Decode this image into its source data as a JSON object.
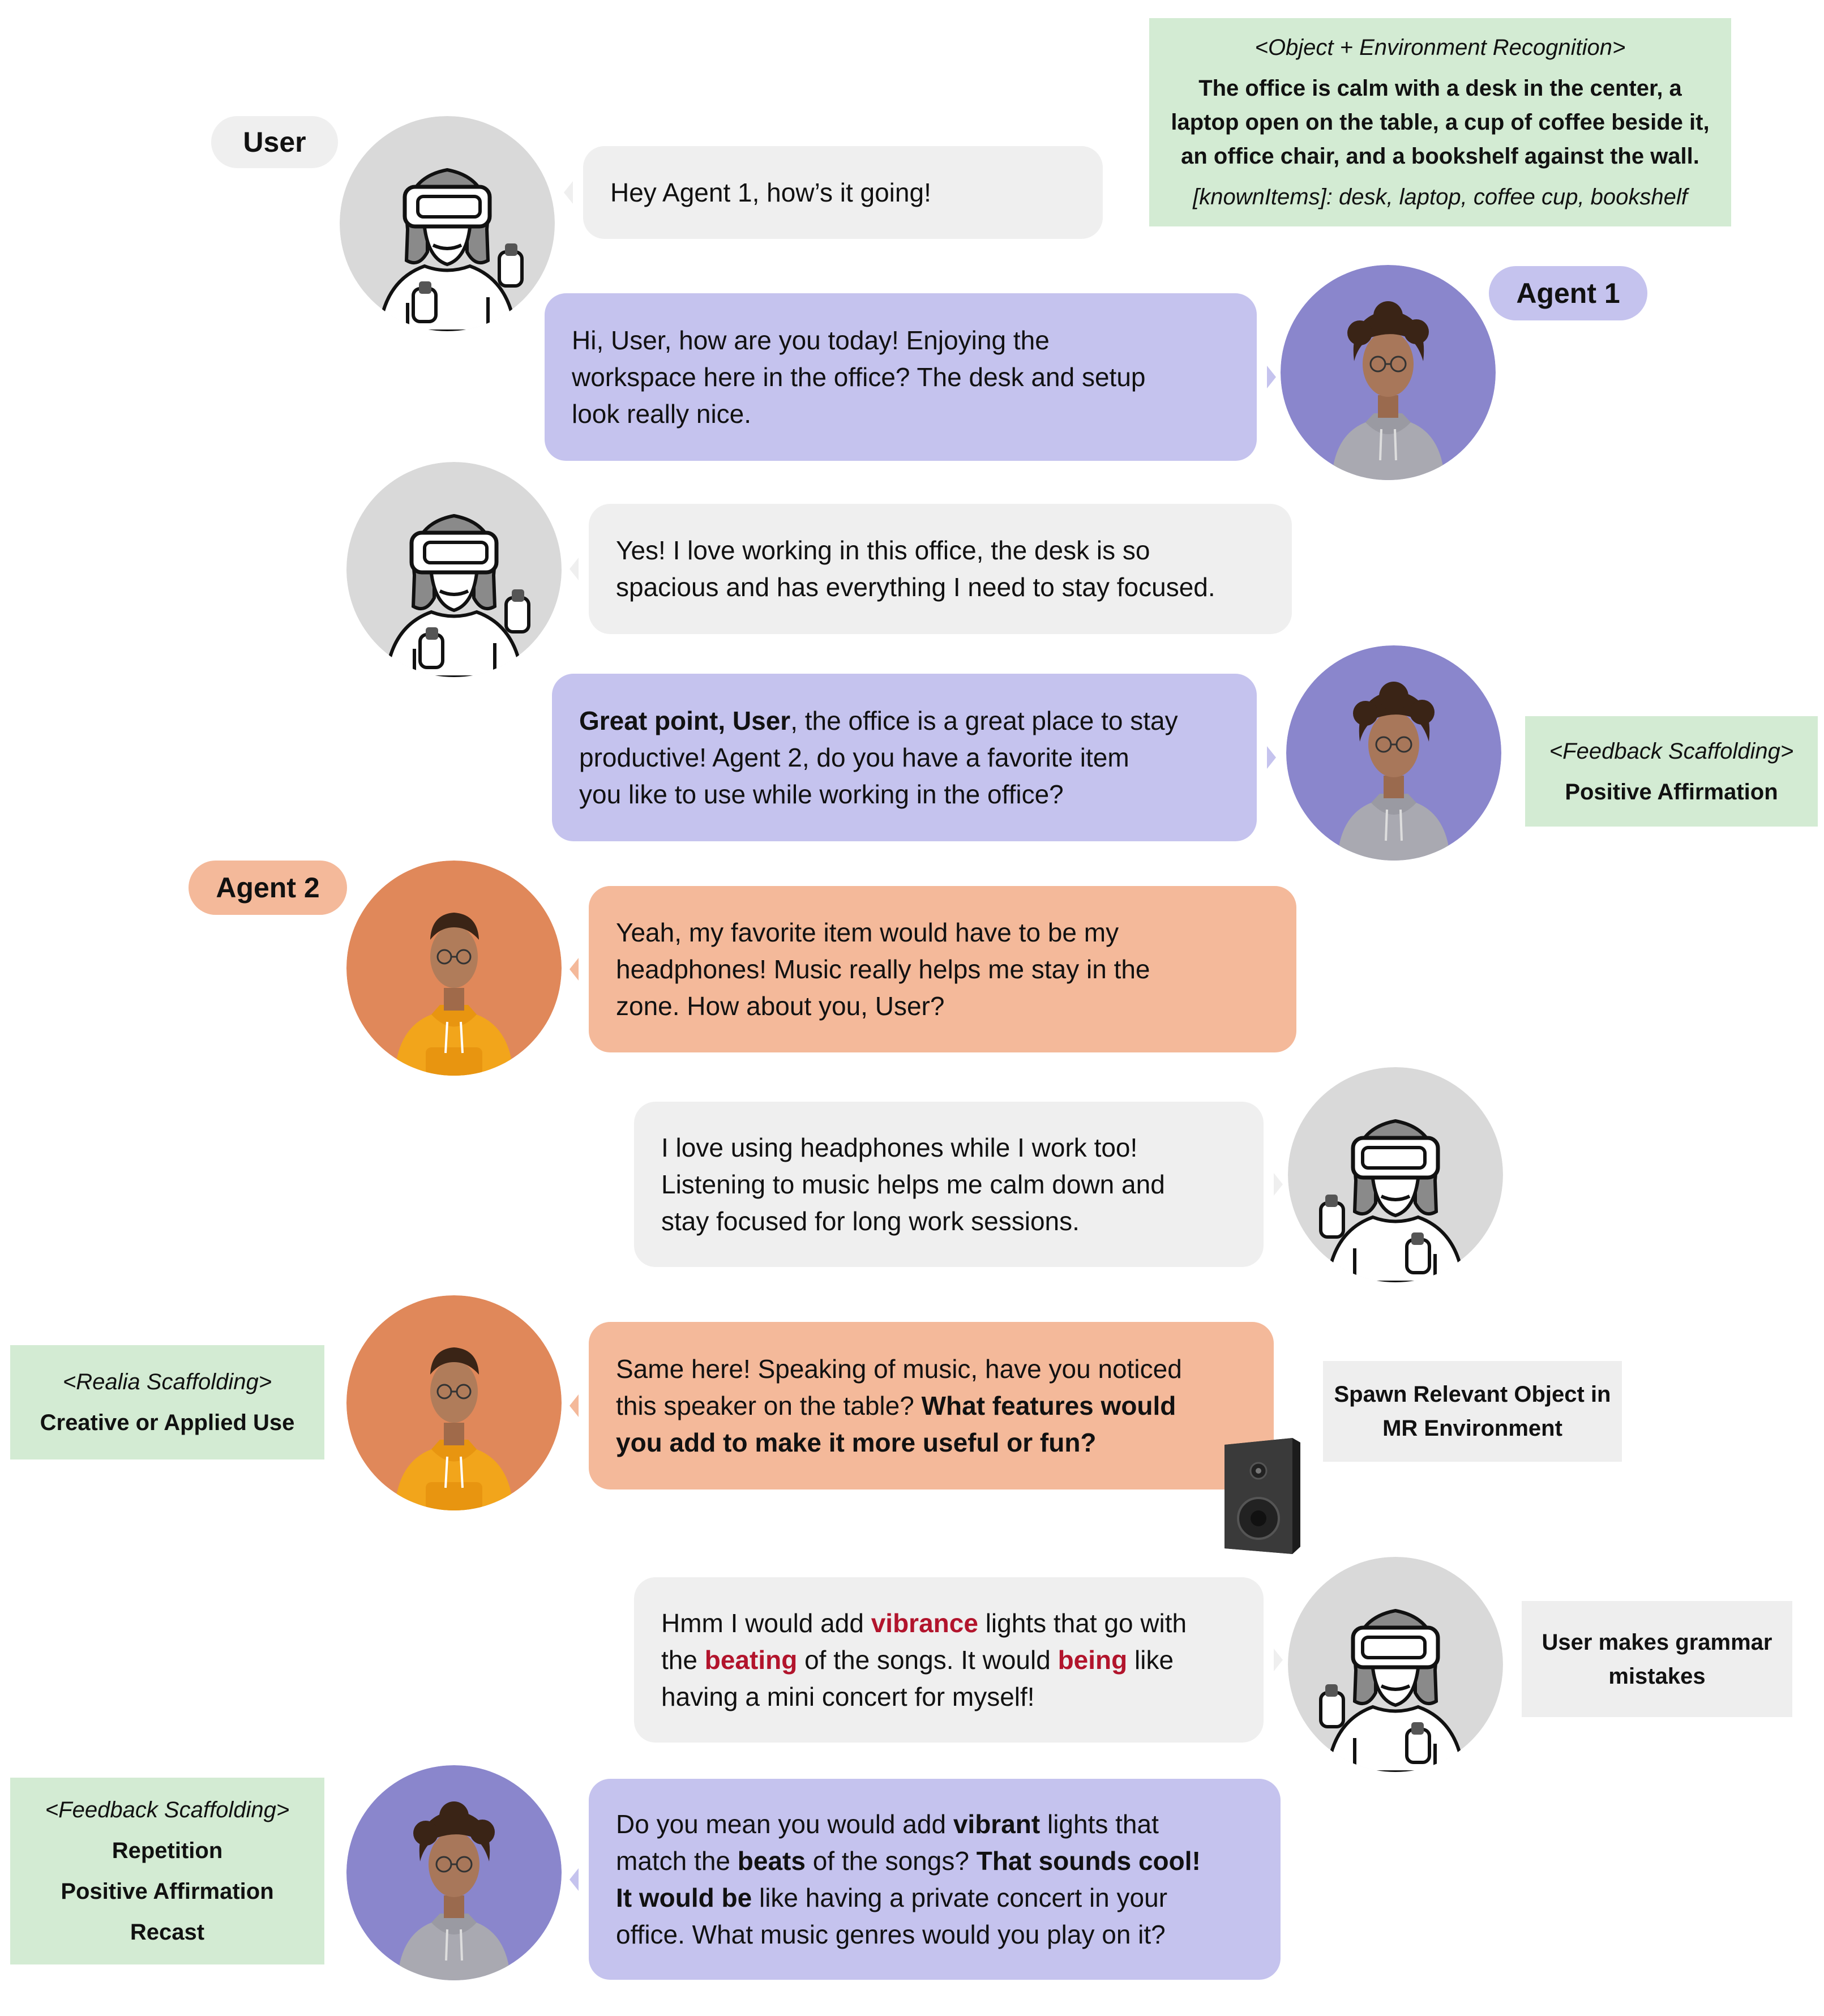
{
  "speakers": {
    "user": "User",
    "agent1": "Agent 1",
    "agent2": "Agent 2"
  },
  "messages": {
    "m1": [
      "Hey Agent 1, how’s it going!"
    ],
    "m2": [
      "Hi, User, how are you today! Enjoying the",
      "workspace here in the office? The desk and setup",
      "look really nice."
    ],
    "m3": [
      "Yes! I love working in this office, the desk is so",
      "spacious and has everything I need to stay focused."
    ],
    "m4": {
      "l1_bold": "Great point, User",
      "l1_rest": ", the office is a great place to stay",
      "l2": "productive! Agent 2, do you have a favorite item",
      "l3": "you like to use while working in the office?"
    },
    "m5": [
      "Yeah, my favorite item would have to be my",
      "headphones! Music really helps me stay in the",
      "zone. How about you, User?"
    ],
    "m6": [
      "I love using headphones while I work too!",
      "Listening to music helps me calm down and",
      "stay focused for long work sessions."
    ],
    "m7": {
      "l1": "Same here! Speaking of music, have you noticed",
      "l2_rest": "this speaker on the table? ",
      "l2_bold": "What features would",
      "l3_bold": "you add to make it more useful or fun?"
    },
    "m8": {
      "l1_pre": "Hmm I would add ",
      "l1_err": "vibrance",
      "l1_post": " lights that go with",
      "l2_pre": "the ",
      "l2_err": "beating",
      "l2_mid": " of the songs. It would ",
      "l2_err2": "being",
      "l2_post": " like",
      "l3": "having a mini concert for myself!"
    },
    "m9": {
      "l1_pre": "Do you mean you would add ",
      "l1_bold": "vibrant",
      "l1_post": " lights that",
      "l2_pre": "match the ",
      "l2_bold": "beats",
      "l2_mid": " of the songs? ",
      "l2_bold2": "That sounds cool!",
      "l3_bold": "It would be",
      "l3_post": " like having a private concert in your",
      "l4": "office. What music genres would you play on it?"
    }
  },
  "notes": {
    "env": {
      "heading": "<Object + Environment Recognition>",
      "lines": [
        "The office is calm with a desk in the center, a",
        "laptop open on the table, a cup of coffee beside it,",
        "an office chair, and a bookshelf against the wall."
      ],
      "known": "[knownItems]: desk, laptop, coffee cup, bookshelf"
    },
    "feedback1": {
      "heading": "<Feedback Scaffolding>",
      "items": [
        "Positive Affirmation"
      ]
    },
    "realia": {
      "heading": "<Realia Scaffolding>",
      "items": [
        "Creative or Applied Use"
      ]
    },
    "spawn": {
      "lines": [
        "Spawn Relevant Object in",
        "MR Environment"
      ]
    },
    "grammar": {
      "lines": [
        "User makes grammar",
        "mistakes"
      ]
    },
    "feedback2": {
      "heading": "<Feedback Scaffolding>",
      "items": [
        "Repetition",
        "Positive Affirmation",
        "Recast"
      ]
    }
  },
  "colors": {
    "user_bubble": "#efefef",
    "agent1_bubble": "#c5c3ee",
    "agent2_bubble": "#f4b99a",
    "note_green": "#d3ebd3",
    "note_gray": "#eeeeee",
    "error_red": "#b2142c"
  }
}
